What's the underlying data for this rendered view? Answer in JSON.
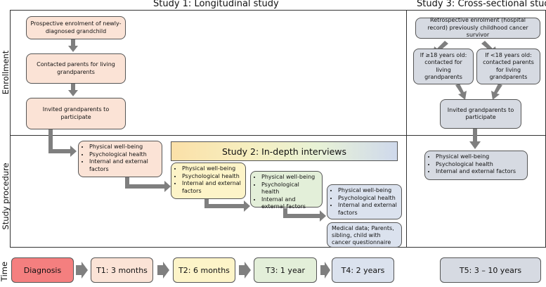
{
  "titles": {
    "study1": "Study 1: Longitudinal study",
    "study3": "Study 3: Cross-sectional study",
    "study2": "Study 2: In-depth interviews"
  },
  "rows": {
    "enrollment": "Enrollment",
    "procedure": "Study procedure",
    "time": "Time"
  },
  "study1": {
    "enrol1": "Prospective enrolment of newly-diagnosed grandchild",
    "enrol2": "Contacted parents for living grandparents",
    "enrol3": "Invited grandparents to participate"
  },
  "study3": {
    "enrol1": "Retrospective enrolment (hospital record) previously childhood cancer survivor",
    "adult": "If ≥18 years old: contacted for living grandparents",
    "child": "If <18 years old: contacted parents for living grandparents",
    "invite": "Invited grandparents to participate"
  },
  "measures": {
    "m1": [
      "Physical well-being",
      "Psychological health",
      "Internal and external factors"
    ],
    "m2": [
      "Physical well-being",
      "Psychological health",
      "Internal and external factors"
    ],
    "m3": [
      "Physical well-being",
      "Psychological health",
      "Internal and external factors"
    ],
    "m4": [
      "Physical well-being",
      "Psychological health",
      "Internal and external factors"
    ],
    "m5": [
      "Physical well-being",
      "Psychological health",
      "Internal and external factors"
    ]
  },
  "medical": "Medical data; Parents, sibling, child with cancer questionnaire",
  "timeline": [
    "Diagnosis",
    "T1: 3 months",
    "T2: 6 months",
    "T3: 1 year",
    "T4: 2 years",
    "T5: 3 – 10 years"
  ],
  "colors": {
    "diagnosis": "#f47f7f",
    "peach": "#fbe3d6",
    "yellow": "#fdf4c8",
    "green": "#e3efd9",
    "blue": "#dbe2ee",
    "grey": "#d6dae2",
    "arrow": "#7f7f7f"
  }
}
